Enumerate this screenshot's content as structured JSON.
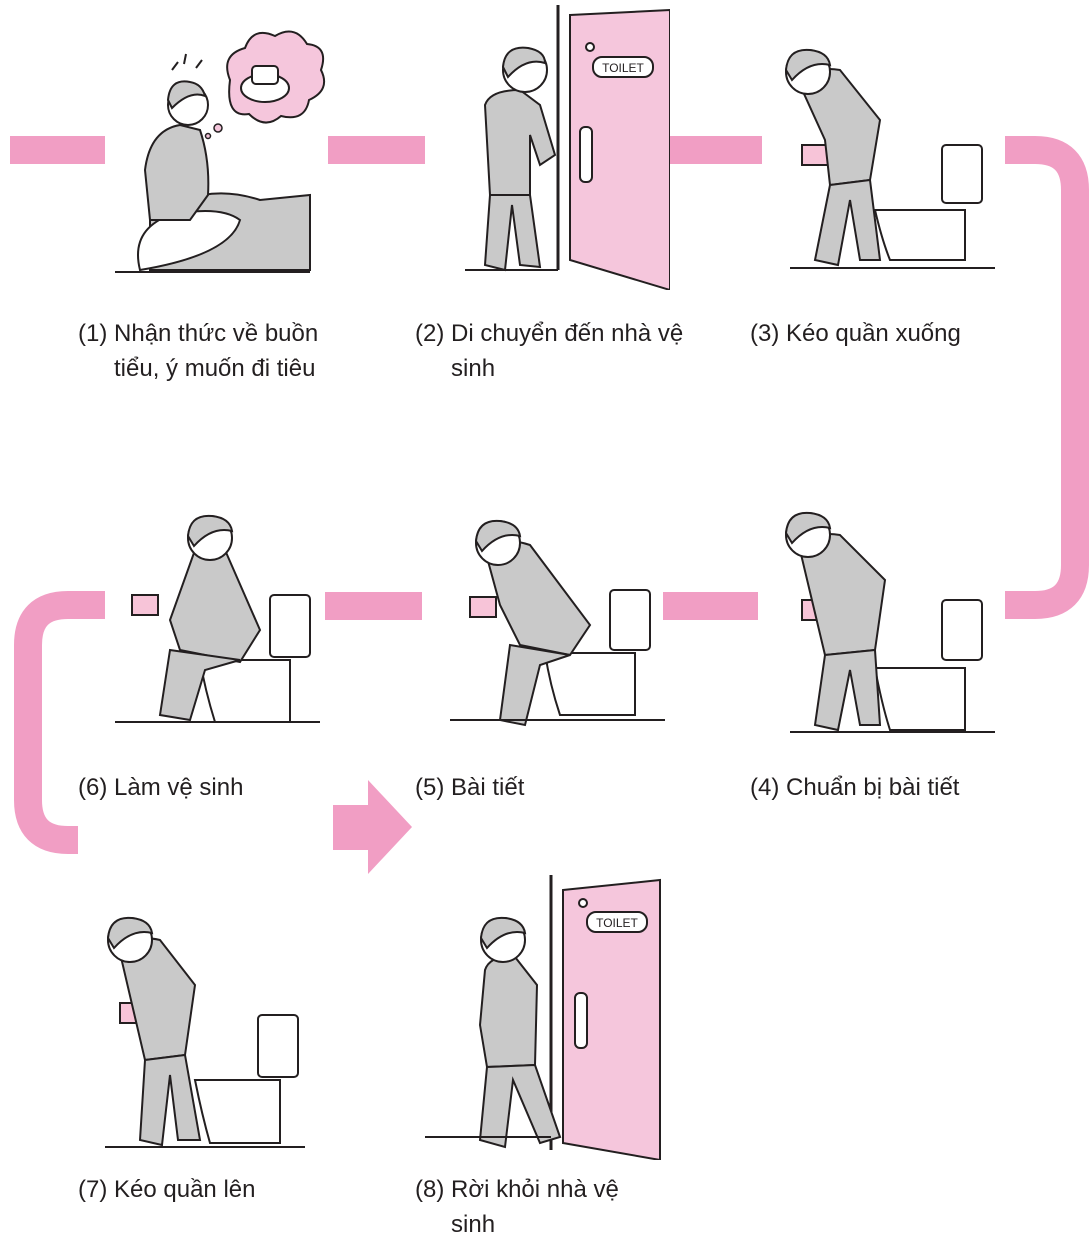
{
  "colors": {
    "connector": "#f19ec4",
    "door": "#f5c6dc",
    "tissue": "#f7c4d8",
    "clothing": "#c9c9c9",
    "skin": "#ffffff",
    "outline": "#231f20"
  },
  "steps": [
    {
      "num": "(1)",
      "text": "Nhận thức về buồn tiểu, ý muốn đi tiêu",
      "illustration": "thinking-of-toilet-icon"
    },
    {
      "num": "(2)",
      "text": "Di chuyển đến nhà vệ sinh",
      "illustration": "walking-to-door-icon",
      "door_sign": "TOILET"
    },
    {
      "num": "(3)",
      "text": "Kéo quần xuống",
      "illustration": "pulling-pants-down-icon"
    },
    {
      "num": "(4)",
      "text": "Chuẩn bị bài tiết",
      "illustration": "preparing-to-sit-icon"
    },
    {
      "num": "(5)",
      "text": "Bài tiết",
      "illustration": "excreting-icon"
    },
    {
      "num": "(6)",
      "text": "Làm vệ sinh",
      "illustration": "wiping-icon"
    },
    {
      "num": "(7)",
      "text": "Kéo quần lên",
      "illustration": "pulling-pants-up-icon"
    },
    {
      "num": "(8)",
      "text": "Rời khỏi nhà vệ sinh",
      "illustration": "leaving-toilet-icon",
      "door_sign": "TOILET"
    }
  ]
}
